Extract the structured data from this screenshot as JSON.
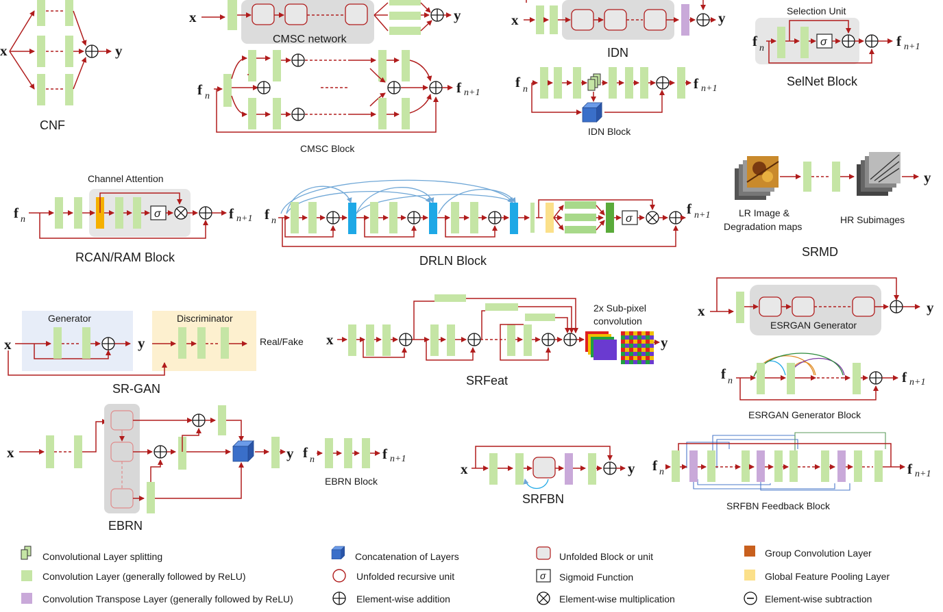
{
  "panels": {
    "cnf": {
      "title": "CNF",
      "input": "x",
      "output": "y"
    },
    "cmsc_net": {
      "network_label": "CMSC network",
      "input": "x",
      "output": "y"
    },
    "cmsc_block": {
      "title": "CMSC Block",
      "input": "f",
      "input_sub": "n",
      "output": "f",
      "output_sub": "n+1"
    },
    "idn": {
      "title": "IDN",
      "input": "x",
      "output": "y"
    },
    "idn_block": {
      "title": "IDN Block",
      "input": "f",
      "input_sub": "n",
      "output": "f",
      "output_sub": "n+1"
    },
    "selnet": {
      "title": "SelNet Block",
      "unit_label": "Selection Unit",
      "input": "f",
      "input_sub": "n",
      "output": "f",
      "output_sub": "n+1",
      "sigma": "σ"
    },
    "rcan": {
      "title": "RCAN/RAM Block",
      "attention_label": "Channel Attention",
      "input": "f",
      "input_sub": "n",
      "output": "f",
      "output_sub": "n+1",
      "sigma": "σ"
    },
    "drln": {
      "title": "DRLN Block",
      "input": "f",
      "input_sub": "n",
      "output": "f",
      "output_sub": "n+1",
      "sigma": "σ"
    },
    "srmd": {
      "title": "SRMD",
      "lr_label_1": "LR Image  &",
      "lr_label_2": "Degradation maps",
      "hr_label": "HR Subimages",
      "output": "y"
    },
    "srgan": {
      "title": "SR-GAN",
      "generator_label": "Generator",
      "discriminator_label": "Discriminator",
      "input": "x",
      "output": "y",
      "result_label": "Real/Fake"
    },
    "srfeat": {
      "title": "SRFeat",
      "subpixel_label_1": "2x Sub-pixel",
      "subpixel_label_2": "convolution",
      "input": "x",
      "output": "y"
    },
    "esrgan": {
      "generator_label": "ESRGAN Generator",
      "input": "x",
      "output": "y"
    },
    "esrgan_block": {
      "title": "ESRGAN Generator Block",
      "input": "f",
      "input_sub": "n",
      "output": "f",
      "output_sub": "n+1"
    },
    "ebrn": {
      "title": "EBRN",
      "input": "x",
      "output": "y"
    },
    "ebrn_block": {
      "title": "EBRN Block",
      "input": "f",
      "input_sub": "n",
      "output": "f",
      "output_sub": "n+1"
    },
    "srfbn": {
      "title": "SRFBN",
      "input": "x",
      "output": "y"
    },
    "srfbn_block": {
      "title": "SRFBN Feedback Block",
      "input": "f",
      "input_sub": "n",
      "output": "f",
      "output_sub": "n+1"
    }
  },
  "legend": [
    {
      "icon": "conv-split-icon",
      "label": "Convolutional Layer splitting"
    },
    {
      "icon": "conv-layer-icon",
      "label": "Convolution Layer (generally followed by ReLU)"
    },
    {
      "icon": "conv-transpose-icon",
      "label": "Convolution Transpose Layer (generally followed by ReLU)"
    },
    {
      "icon": "concat-cube-icon",
      "label": "Concatenation of Layers"
    },
    {
      "icon": "recursive-unit-icon",
      "label": "Unfolded recursive unit"
    },
    {
      "icon": "add-icon",
      "label": "Element-wise addition"
    },
    {
      "icon": "unfolded-block-icon",
      "label": "Unfolded Block or unit"
    },
    {
      "icon": "sigmoid-icon",
      "label": "Sigmoid Function",
      "symbol": "σ"
    },
    {
      "icon": "multiply-icon",
      "label": "Element-wise multiplication"
    },
    {
      "icon": "group-conv-icon",
      "label": "Group Convolution Layer"
    },
    {
      "icon": "pooling-icon",
      "label": "Global Feature Pooling Layer"
    },
    {
      "icon": "subtract-icon",
      "label": "Element-wise subtraction"
    }
  ],
  "colors": {
    "conv": "#c5e5a5",
    "transpose": "#c9a9d9",
    "wire": "#b01c1c",
    "grey_box": "#dcdcdc",
    "concat": "#3a6fc9",
    "group_conv": "#c8601e",
    "pooling": "#fbe08a",
    "attention_bar": "#f5b000",
    "drln_bar": "#1ea8e6",
    "skip_blue": "#6ea6d6",
    "gen_bg": "#e7edf8",
    "disc_bg": "#fdf0cf"
  }
}
